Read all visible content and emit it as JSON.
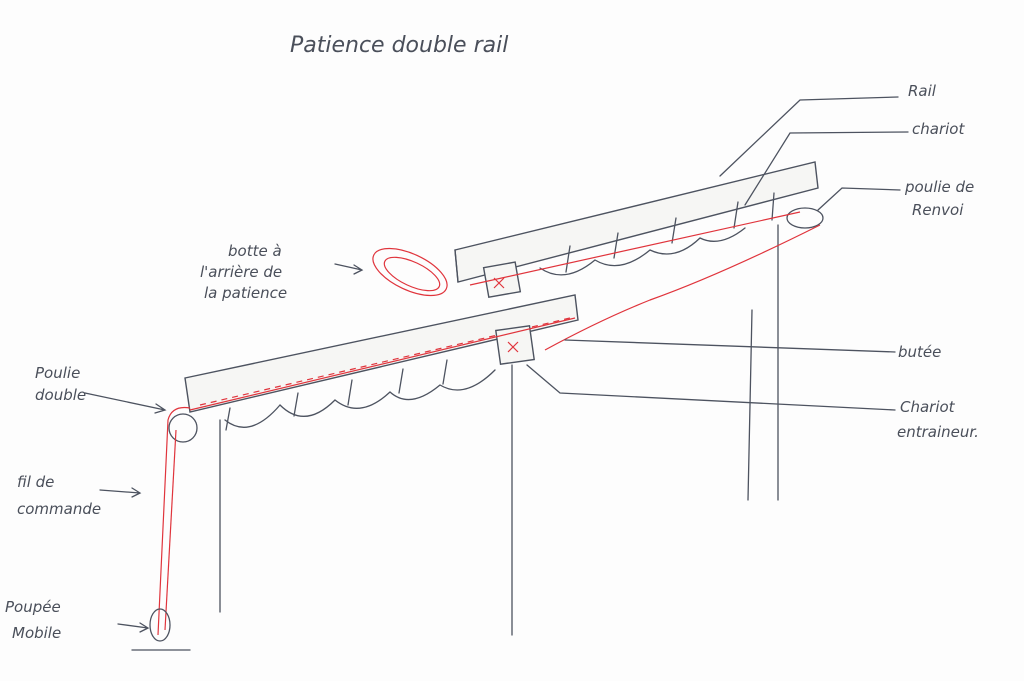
{
  "title": "Patience double rail",
  "labels": {
    "rail": "Rail",
    "chariot": "chariot",
    "poulie_renvoi": [
      "poulie de",
      "Renvoi"
    ],
    "botte": [
      "botte à",
      "l'arrière de",
      "la patience"
    ],
    "butee": "butée",
    "chariot_entraineur": [
      "Chariot",
      "entraineur."
    ],
    "poulie_double": [
      "Poulie",
      "double"
    ],
    "fil_commande": [
      "fil de",
      "commande"
    ],
    "poupee_mobile": [
      "Poupée",
      "Mobile"
    ]
  },
  "colors": {
    "pencil": "#4d5360",
    "cord": "#e0343c"
  }
}
